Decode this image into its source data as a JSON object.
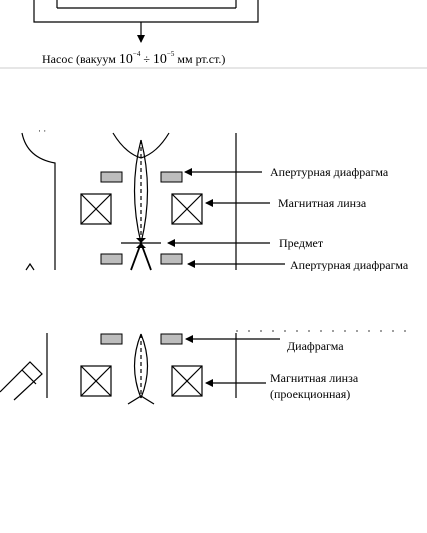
{
  "pump": {
    "prefix": "Насос (вакуум ",
    "base1": "10",
    "exp1": "−4",
    "sep": " ÷ ",
    "base2": "10",
    "exp2": "−5",
    "suffix": " мм рт.ст.)"
  },
  "labels": {
    "aperture_1": "Апертурная  диафрагма",
    "magnetic_lens_1": "Магнитная  линза",
    "specimen": "Предмет",
    "aperture_2": "Апертурная  диафрагма",
    "diaphragm": "Диафрагма",
    "magnetic_lens_2": "Магнитная  линза",
    "projection": "(проекционная)"
  }
}
